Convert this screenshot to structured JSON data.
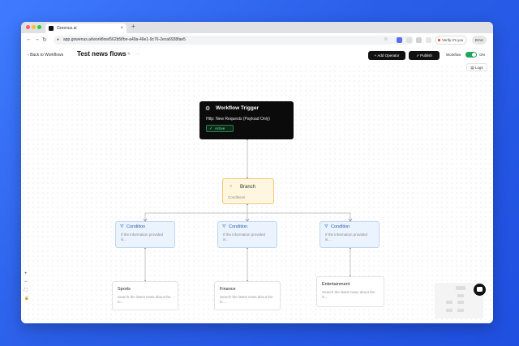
{
  "browser": {
    "tab_title": "Greenus.ai",
    "tab_close": "×",
    "new_tab": "+",
    "url": "app.gowenus.ai/workflow/562b5f/be-a49a-46e1-9c76-2eca6938fae5",
    "profile_label": "Verify it's you",
    "error_label": "Error"
  },
  "header": {
    "back_label": "Back to Workflows",
    "title": "Test news flows",
    "add_operator_label": "Add Operator",
    "publish_label": "Publish",
    "workflow_label": "Workflow",
    "toggle_state": "ON",
    "logs_label": "Logs"
  },
  "trigger": {
    "title": "Workflow Trigger",
    "subtitle": "Http: New Requests (Payload Only)",
    "status": "Active"
  },
  "branch": {
    "title": "Branch",
    "subtitle": "Conditions"
  },
  "conditions": [
    {
      "title": "Condition",
      "desc": "If the information provided is..."
    },
    {
      "title": "Condition",
      "desc": "If the information provided is..."
    },
    {
      "title": "Condition",
      "desc": "If the information provided is..."
    }
  ],
  "leaves": [
    {
      "title": "Sports",
      "desc": "Search the latest news about the in..."
    },
    {
      "title": "Finance",
      "desc": "Search the latest news about the in..."
    },
    {
      "title": "Entertainment",
      "desc": "Search the latest news about the in..."
    }
  ],
  "zoom_controls": {
    "zoom_in": "+",
    "zoom_out": "−",
    "fit": "⛶",
    "lock": "🔒"
  },
  "colors": {
    "background": "#2a5ee8",
    "toggle_on": "#22a45d",
    "active_badge": "#6ee39a",
    "branch_border": "#f2c873",
    "condition_border": "#bcd6f6"
  }
}
